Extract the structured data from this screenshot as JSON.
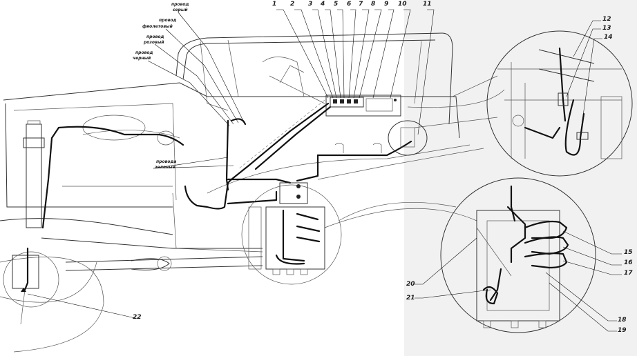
{
  "callouts": {
    "n1": "1",
    "n2": "2",
    "n3": "3",
    "n4": "4",
    "n5": "5",
    "n6": "6",
    "n7": "7",
    "n8": "8",
    "n9": "9",
    "n10": "10",
    "n11": "11",
    "n12": "12",
    "n13": "13",
    "n14": "14",
    "n15": "15",
    "n16": "16",
    "n17": "17",
    "n18": "18",
    "n19": "19",
    "n20": "20",
    "n21": "21",
    "n22": "22"
  },
  "wires": {
    "grey_1": "провод",
    "grey_2": "серый",
    "violet_1": "провод",
    "violet_2": "фиолетовый",
    "pink_1": "провод",
    "pink_2": "розовый",
    "black_1": "провод",
    "black_2": "черный",
    "green_1": "провода",
    "green_2": "зеленые"
  },
  "colors": {
    "line": "#333333",
    "background": "#ffffff",
    "panel": "#f1f1f1"
  }
}
